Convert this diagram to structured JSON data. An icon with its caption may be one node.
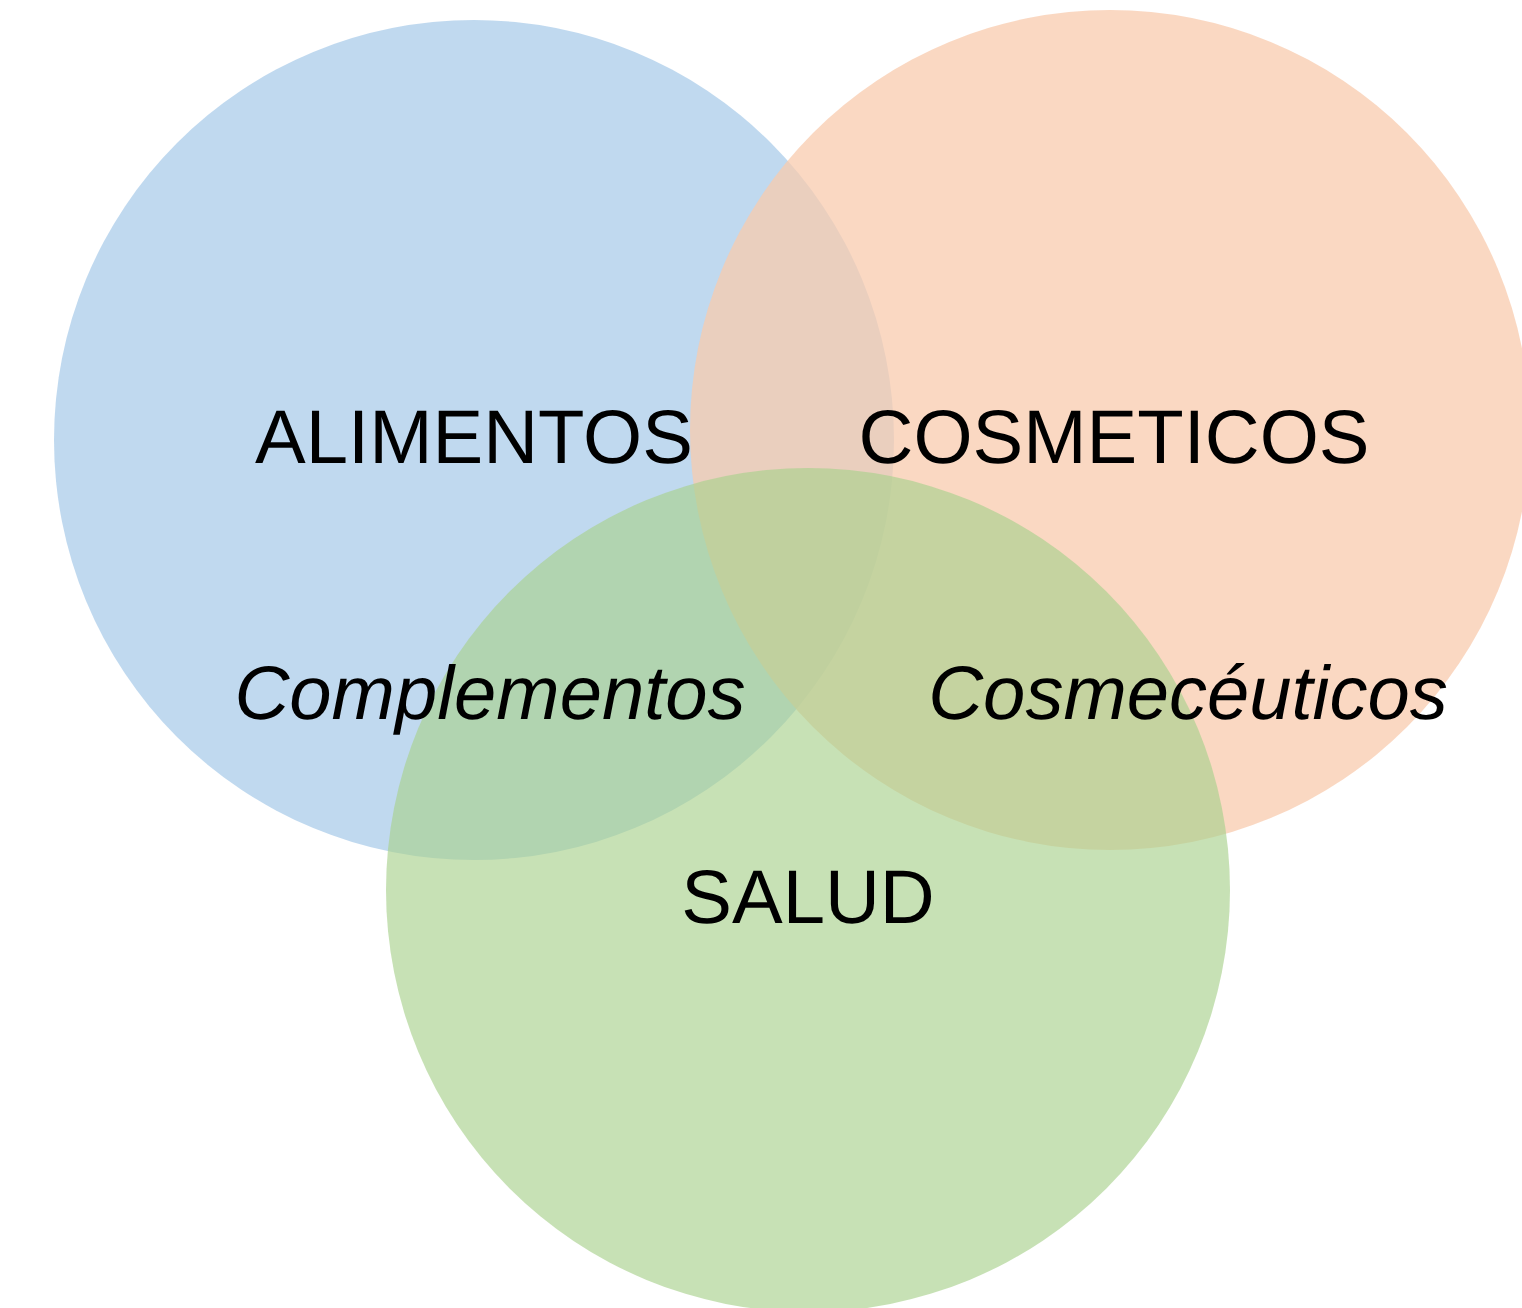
{
  "diagram": {
    "nodes": [
      {
        "text": [
          "ALIMENTOS"
        ]
      },
      {
        "text": [
          "COSMETICOS"
        ]
      },
      {
        "text": [
          "SALUD"
        ]
      }
    ],
    "labels": [
      "Complementos",
      "Cosmecéuticos"
    ]
  }
}
